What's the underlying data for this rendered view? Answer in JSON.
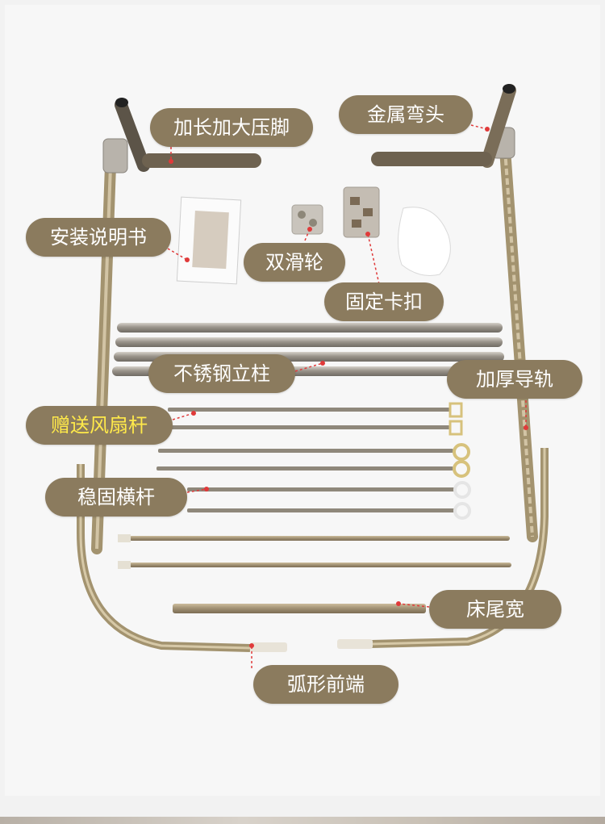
{
  "labels": {
    "extended_foot": "加长加大压脚",
    "metal_elbow": "金属弯头",
    "manual": "安装说明书",
    "double_pulley": "双滑轮",
    "fixing_clip": "固定卡扣",
    "stainless_post": "不锈钢立柱",
    "thick_rail": "加厚导轨",
    "free_fan_rod": "赠送风扇杆",
    "stable_crossbar": "稳固横杆",
    "bed_end_width": "床尾宽",
    "arc_front": "弧形前端"
  },
  "colors": {
    "tag_bg": "#8b7b5e",
    "tag_text": "#ffffff",
    "tag_highlight_text": "#ffe94a",
    "metal": "#a9997d",
    "stainless": "#8f8a82",
    "marker": "#e03a3a"
  }
}
